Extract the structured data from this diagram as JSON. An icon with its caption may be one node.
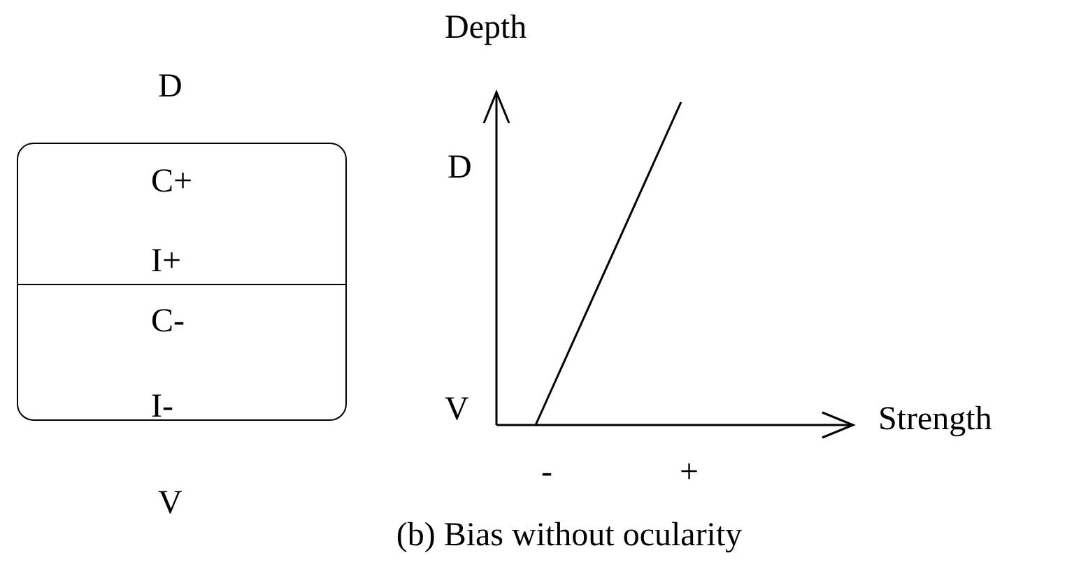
{
  "diagram": {
    "caption": "(b) Bias without ocularity",
    "nodes": [
      {
        "text": [
          "C+",
          "I+"
        ]
      },
      {
        "text": [
          "C-",
          "I-"
        ]
      }
    ],
    "labels": [
      "Depth",
      "D",
      "D",
      "V",
      "Strength",
      "-",
      "+",
      "V"
    ]
  }
}
